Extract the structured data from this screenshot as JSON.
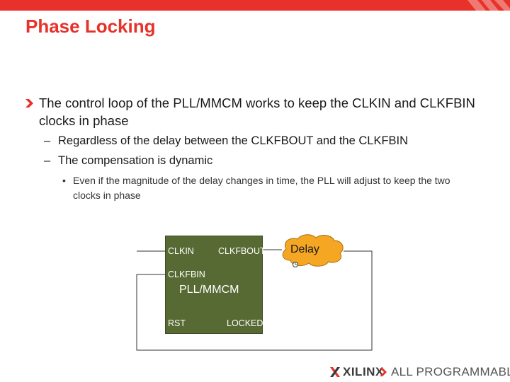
{
  "colors": {
    "accent": "#e8312a",
    "pll_box": "#586a33",
    "delay_cloud": "#f5a623",
    "text": "#1a1a1a"
  },
  "slide": {
    "title": "Phase Locking",
    "bullet_1": "The control loop of the PLL/MMCM works to keep the CLKIN and CLKFBIN clocks in phase",
    "sub_bullets": [
      "Regardless of the delay between the CLKFBOUT and the CLKFBIN",
      "The compensation is dynamic"
    ],
    "sub_sub_bullet": "Even if the magnitude of the delay changes in time, the PLL will adjust to keep the two clocks in phase"
  },
  "diagram": {
    "block_name": "PLL/MMCM",
    "ports": {
      "clkin": "CLKIN",
      "clkfbout": "CLKFBOUT",
      "clkfbin": "CLKFBIN",
      "rst": "RST",
      "locked": "LOCKED"
    },
    "delay_label": "Delay"
  },
  "footer": {
    "brand": "XILINX",
    "tagline": "ALL PROGRAMMABLE."
  },
  "icons": [
    "chevron-right-icon",
    "xilinx-x-logo-icon",
    "clock-icon"
  ]
}
